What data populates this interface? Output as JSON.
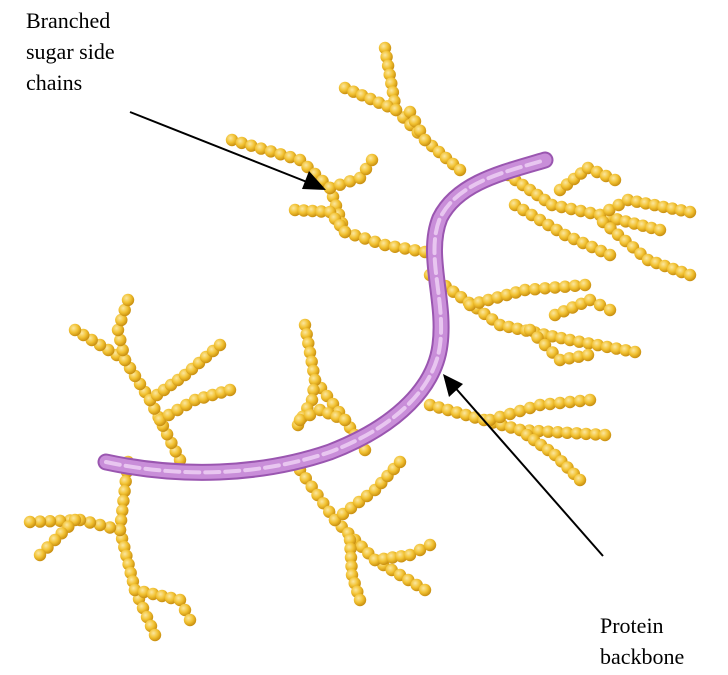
{
  "labels": {
    "sugar_chains": [
      "Branched",
      "sugar side",
      "chains"
    ],
    "protein_backbone": [
      "Protein",
      "backbone"
    ]
  },
  "colors": {
    "sugar_bead": "#f2c232",
    "sugar_bead_light": "#fbe7a0",
    "sugar_bead_dark": "#c98f10",
    "backbone_outer": "#c98ed9",
    "backbone_inner": "#e8c6f0",
    "backbone_edge": "#9a56b0",
    "arrow": "#000000",
    "text": "#000000"
  }
}
